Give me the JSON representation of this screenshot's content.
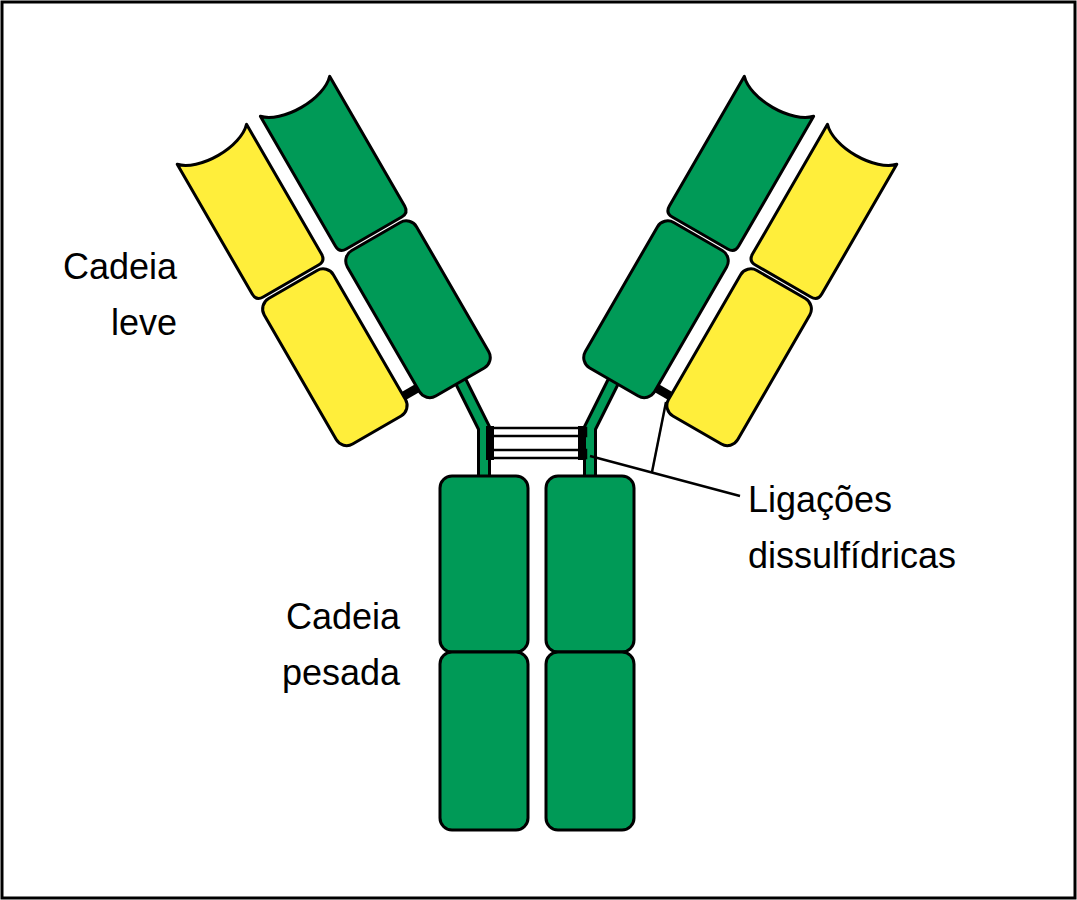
{
  "diagram": {
    "labels": [
      "Cadeia leve",
      "Cadeia pesada",
      "Ligações dissulfídricas"
    ]
  }
}
